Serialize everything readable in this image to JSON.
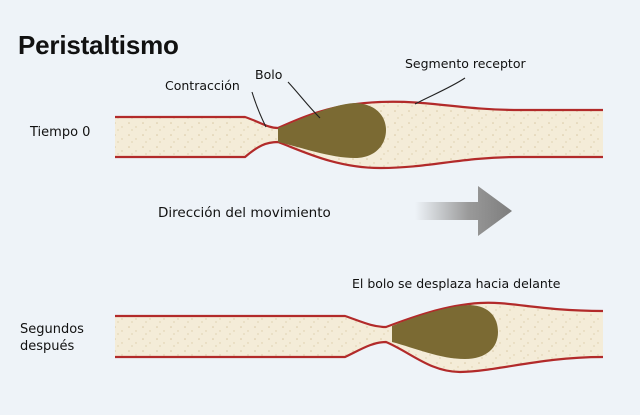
{
  "title": "Peristaltismo",
  "labels": {
    "contraccion": "Contracción",
    "bolo": "Bolo",
    "segmento_receptor": "Segmento receptor",
    "tiempo_0": "Tiempo 0",
    "direccion": "Dirección del movimiento",
    "bolo_desplaza": "El bolo se desplaza hacia delante",
    "segundos_line1": "Segundos",
    "segundos_line2": "después"
  },
  "colors": {
    "background": "#eef3f8",
    "tube_fill": "#f4ecd8",
    "tube_wall": "#b22a2a",
    "bolus": "#7b6a33",
    "arrow": "#8a8a8a"
  }
}
